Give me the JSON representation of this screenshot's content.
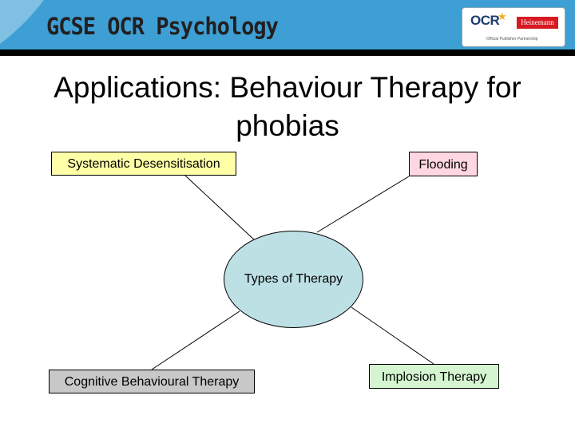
{
  "header": {
    "brand_title": "GCSE OCR Psychology",
    "logo_ocr": "OCR",
    "logo_heinemann": "Heinemann",
    "logo_partner": "Official Publisher Partnership",
    "accent_color": "#3d9fd4"
  },
  "slide": {
    "title": "Applications: Behaviour Therapy for phobias"
  },
  "diagram": {
    "center": "Types of Therapy",
    "nodes": {
      "top_left": "Systematic Desensitisation",
      "top_right": "Flooding",
      "bottom_left": "Cognitive Behavioural Therapy",
      "bottom_right": "Implosion Therapy"
    }
  }
}
